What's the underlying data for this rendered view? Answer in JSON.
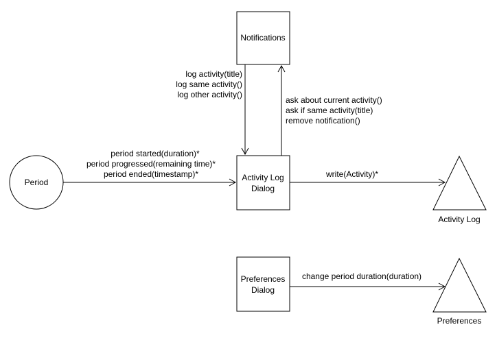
{
  "nodes": {
    "period": {
      "label": "Period"
    },
    "notifications": {
      "label": "Notifications"
    },
    "activity_log_dialog": {
      "label_line1": "Activity Log",
      "label_line2": "Dialog"
    },
    "activity_log_store": {
      "label": "Activity Log"
    },
    "preferences_dialog": {
      "label_line1": "Preferences",
      "label_line2": "Dialog"
    },
    "preferences_store": {
      "label": "Preferences"
    }
  },
  "edges": {
    "period_to_dialog": {
      "labels": [
        "period started(duration)*",
        "period progressed(remaining time)*",
        "period ended(timestamp)*"
      ]
    },
    "notifications_to_dialog": {
      "labels": [
        "log activity(title)",
        "log same activity()",
        "log other activity()"
      ]
    },
    "dialog_to_notifications": {
      "labels": [
        "ask about current activity()",
        "ask if same activity(title)",
        "remove notification()"
      ]
    },
    "dialog_to_activity_log": {
      "label": "write(Activity)*"
    },
    "preferences_dialog_to_store": {
      "label": "change period duration(duration)"
    }
  }
}
